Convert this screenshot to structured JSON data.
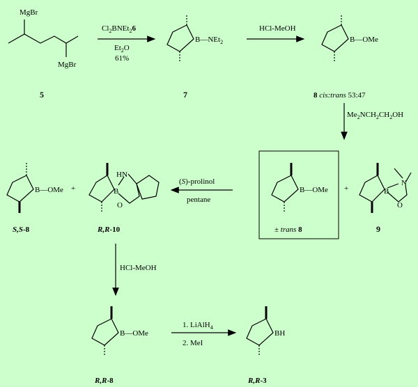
{
  "compound5": {
    "label": "5",
    "mgbr_top": "MgBr",
    "mgbr_bottom": "MgBr"
  },
  "step1": {
    "reagent": "Cl2BNEt2 6",
    "reagent_main": "Cl",
    "reagent_sub1": "2",
    "reagent_mid": "BNEt",
    "reagent_sub2": "2",
    "reagent_num": "6",
    "solvent_main": "Et",
    "solvent_sub": "2",
    "solvent_tail": "O",
    "yield": "61%"
  },
  "compound7": {
    "label": "7",
    "group": "B—NEt",
    "group_sub": "2"
  },
  "step2": {
    "reagent": "HCl-MeOH"
  },
  "compound8": {
    "label": "8",
    "ratio_text": "cis:trans",
    "ratio_value": "53:47",
    "group": "B—OMe"
  },
  "step3": {
    "reagent_a": "Me",
    "sub_a": "2",
    "reagent_b": "NCH",
    "sub_b": "2",
    "reagent_c": "CH",
    "sub_c": "2",
    "reagent_d": "OH"
  },
  "compound9": {
    "label": "9",
    "n": "N",
    "b": "B",
    "o": "O"
  },
  "trans8": {
    "prefix": "±",
    "italic": "trans",
    "num": "8",
    "group": "B—OMe"
  },
  "plus": "+",
  "step4": {
    "reagent_prefix": "(",
    "reagent_italic": "S",
    "reagent_suffix": ")-prolinol",
    "solvent": "pentane"
  },
  "compoundSS8": {
    "italic": "S,S",
    "num": "-8",
    "group": "B—OMe"
  },
  "compoundRR10": {
    "italic": "R,R",
    "num": "-10",
    "hn": "HN",
    "b": "B",
    "o": "O"
  },
  "step5": {
    "reagent": "HCl-MeOH"
  },
  "compoundRR8": {
    "italic": "R,R",
    "num": "-8",
    "group": "B—OMe"
  },
  "step6": {
    "line1_main": "1. LiAlH",
    "line1_sub": "4",
    "line2": "2. MeI"
  },
  "compoundRR3": {
    "italic": "R,R",
    "num": "-3",
    "group": "BH"
  }
}
